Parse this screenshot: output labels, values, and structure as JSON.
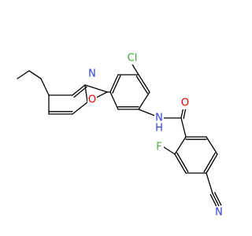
{
  "diagram": {
    "kind": "chemical-structure",
    "atom_labels": {
      "chlorine": "Cl",
      "benzoxazole_n": "N",
      "benzoxazole_o": "O",
      "amide_o": "O",
      "amide_n": "N",
      "amide_h": "H",
      "fluorine": "F",
      "nitrile_n": "N"
    },
    "colors": {
      "bond": "#000000",
      "chlorine": "#33aa33",
      "nitrogen": "#2f3fd6",
      "oxygen": "#e00000",
      "fluorine": "#55aa44",
      "carbon": "#000000"
    }
  }
}
